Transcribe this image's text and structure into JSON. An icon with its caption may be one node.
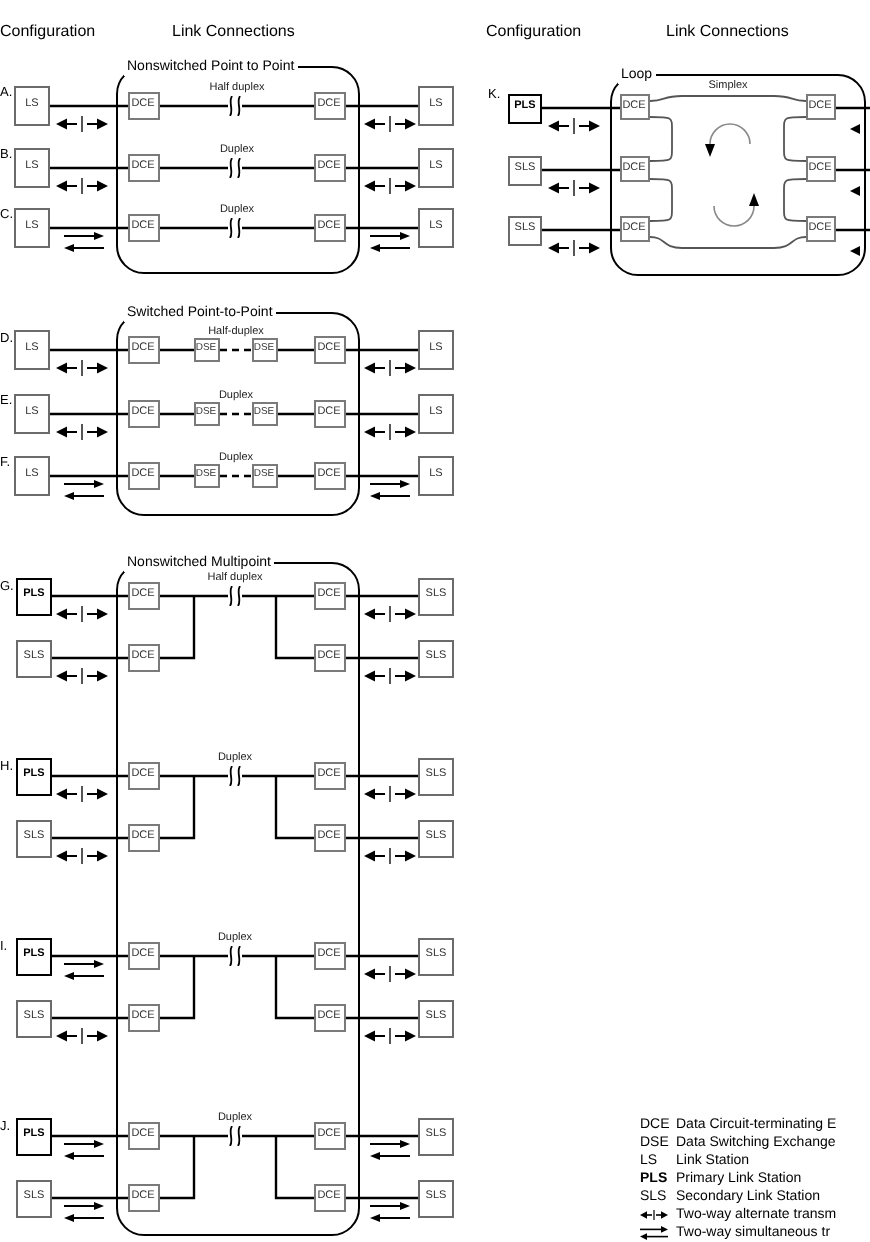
{
  "diagram": {
    "nodes": [
      {
        "text": [
          "Nonswitched Point to Point"
        ]
      },
      {
        "text": [
          "LS"
        ]
      },
      {
        "text": [
          "DCE"
        ],
        "in": 0
      },
      {
        "text": [
          "DCE"
        ],
        "in": 0
      },
      {
        "text": [
          "LS"
        ]
      },
      {
        "text": [
          "LS"
        ]
      },
      {
        "text": [
          "DCE"
        ],
        "in": 0
      },
      {
        "text": [
          "DCE"
        ],
        "in": 0
      },
      {
        "text": [
          "LS"
        ]
      },
      {
        "text": [
          "LS"
        ]
      },
      {
        "text": [
          "DCE"
        ],
        "in": 0
      },
      {
        "text": [
          "DCE"
        ],
        "in": 0
      },
      {
        "text": [
          "LS"
        ]
      },
      {
        "text": [
          "Switched Point-to-Point"
        ]
      },
      {
        "text": [
          "LS"
        ]
      },
      {
        "text": [
          "DCE"
        ],
        "in": 13
      },
      {
        "text": [
          "DSE"
        ],
        "in": 13
      },
      {
        "text": [
          "DSE"
        ],
        "in": 13
      },
      {
        "text": [
          "DCE"
        ],
        "in": 13
      },
      {
        "text": [
          "LS"
        ]
      },
      {
        "text": [
          "LS"
        ]
      },
      {
        "text": [
          "DCE"
        ],
        "in": 13
      },
      {
        "text": [
          "DSE"
        ],
        "in": 13
      },
      {
        "text": [
          "DSE"
        ],
        "in": 13
      },
      {
        "text": [
          "DCE"
        ],
        "in": 13
      },
      {
        "text": [
          "LS"
        ]
      },
      {
        "text": [
          "LS"
        ]
      },
      {
        "text": [
          "DCE"
        ],
        "in": 13
      },
      {
        "text": [
          "DSE"
        ],
        "in": 13
      },
      {
        "text": [
          "DSE"
        ],
        "in": 13
      },
      {
        "text": [
          "DCE"
        ],
        "in": 13
      },
      {
        "text": [
          "LS"
        ]
      },
      {
        "text": [
          "Nonswitched Multipoint"
        ]
      },
      {
        "text": [
          "PLS"
        ]
      },
      {
        "text": [
          "DCE"
        ],
        "in": 32
      },
      {
        "text": [
          "DCE"
        ],
        "in": 32
      },
      {
        "text": [
          "SLS"
        ]
      },
      {
        "text": [
          "SLS"
        ]
      },
      {
        "text": [
          "DCE"
        ],
        "in": 32
      },
      {
        "text": [
          "DCE"
        ],
        "in": 32
      },
      {
        "text": [
          "SLS"
        ]
      },
      {
        "text": [
          "PLS"
        ]
      },
      {
        "text": [
          "DCE"
        ],
        "in": 32
      },
      {
        "text": [
          "DCE"
        ],
        "in": 32
      },
      {
        "text": [
          "SLS"
        ]
      },
      {
        "text": [
          "SLS"
        ]
      },
      {
        "text": [
          "DCE"
        ],
        "in": 32
      },
      {
        "text": [
          "DCE"
        ],
        "in": 32
      },
      {
        "text": [
          "SLS"
        ]
      },
      {
        "text": [
          "PLS"
        ]
      },
      {
        "text": [
          "DCE"
        ],
        "in": 32
      },
      {
        "text": [
          "DCE"
        ],
        "in": 32
      },
      {
        "text": [
          "SLS"
        ]
      },
      {
        "text": [
          "SLS"
        ]
      },
      {
        "text": [
          "DCE"
        ],
        "in": 32
      },
      {
        "text": [
          "DCE"
        ],
        "in": 32
      },
      {
        "text": [
          "SLS"
        ]
      },
      {
        "text": [
          "PLS"
        ]
      },
      {
        "text": [
          "DCE"
        ],
        "in": 32
      },
      {
        "text": [
          "DCE"
        ],
        "in": 32
      },
      {
        "text": [
          "SLS"
        ]
      },
      {
        "text": [
          "SLS"
        ]
      },
      {
        "text": [
          "DCE"
        ],
        "in": 32
      },
      {
        "text": [
          "DCE"
        ],
        "in": 32
      },
      {
        "text": [
          "SLS"
        ]
      },
      {
        "text": [
          "Loop"
        ]
      },
      {
        "text": [
          "PLS"
        ]
      },
      {
        "text": [
          "DCE"
        ],
        "in": 65
      },
      {
        "text": [
          "DCE"
        ],
        "in": 65
      },
      {
        "text": [
          "SLS"
        ]
      },
      {
        "text": [
          "DCE"
        ],
        "in": 65
      },
      {
        "text": [
          "DCE"
        ],
        "in": 65
      },
      {
        "text": [
          "SLS"
        ]
      },
      {
        "text": [
          "DCE"
        ],
        "in": 65
      },
      {
        "text": [
          "DCE"
        ],
        "in": 65
      }
    ],
    "edges": [
      {
        "from": 1,
        "to": 2,
        "arrow": "none"
      },
      {
        "from": 2,
        "to": 3,
        "arrow": "none",
        "label": "Half duplex"
      },
      {
        "from": 3,
        "to": 4,
        "arrow": "none"
      },
      {
        "from": 5,
        "to": 6,
        "arrow": "none"
      },
      {
        "from": 6,
        "to": 7,
        "arrow": "none",
        "label": "Duplex"
      },
      {
        "from": 7,
        "to": 8,
        "arrow": "none"
      },
      {
        "from": 9,
        "to": 10,
        "arrow": "none"
      },
      {
        "from": 10,
        "to": 11,
        "arrow": "none",
        "label": "Duplex"
      },
      {
        "from": 11,
        "to": 12,
        "arrow": "none"
      },
      {
        "from": 14,
        "to": 15,
        "arrow": "none"
      },
      {
        "from": 15,
        "to": 16,
        "arrow": "none"
      },
      {
        "from": 16,
        "to": 17,
        "arrow": "none",
        "style": "dashed",
        "label": "Half-duplex"
      },
      {
        "from": 17,
        "to": 18,
        "arrow": "none"
      },
      {
        "from": 18,
        "to": 19,
        "arrow": "none"
      },
      {
        "from": 20,
        "to": 21,
        "arrow": "none"
      },
      {
        "from": 21,
        "to": 22,
        "arrow": "none"
      },
      {
        "from": 22,
        "to": 23,
        "arrow": "none",
        "style": "dashed",
        "label": "Duplex"
      },
      {
        "from": 23,
        "to": 24,
        "arrow": "none"
      },
      {
        "from": 24,
        "to": 25,
        "arrow": "none"
      },
      {
        "from": 26,
        "to": 27,
        "arrow": "none"
      },
      {
        "from": 27,
        "to": 28,
        "arrow": "none"
      },
      {
        "from": 28,
        "to": 29,
        "arrow": "none",
        "style": "dashed",
        "label": "Duplex"
      },
      {
        "from": 29,
        "to": 30,
        "arrow": "none"
      },
      {
        "from": 30,
        "to": 31,
        "arrow": "none"
      },
      {
        "from": 33,
        "to": 34,
        "arrow": "none"
      },
      {
        "from": 37,
        "to": 38,
        "arrow": "none"
      },
      {
        "from": 34,
        "to": 35,
        "arrow": "none",
        "label": "Half duplex"
      },
      {
        "from": 34,
        "to": 39,
        "arrow": "none"
      },
      {
        "from": 38,
        "to": 35,
        "arrow": "none"
      },
      {
        "from": 38,
        "to": 39,
        "arrow": "none"
      },
      {
        "from": 35,
        "to": 36,
        "arrow": "none"
      },
      {
        "from": 39,
        "to": 40,
        "arrow": "none"
      },
      {
        "from": 41,
        "to": 42,
        "arrow": "none"
      },
      {
        "from": 45,
        "to": 46,
        "arrow": "none"
      },
      {
        "from": 42,
        "to": 43,
        "arrow": "none",
        "label": "Duplex"
      },
      {
        "from": 42,
        "to": 47,
        "arrow": "none"
      },
      {
        "from": 46,
        "to": 43,
        "arrow": "none"
      },
      {
        "from": 46,
        "to": 47,
        "arrow": "none"
      },
      {
        "from": 43,
        "to": 44,
        "arrow": "none"
      },
      {
        "from": 47,
        "to": 48,
        "arrow": "none"
      },
      {
        "from": 49,
        "to": 50,
        "arrow": "none"
      },
      {
        "from": 53,
        "to": 54,
        "arrow": "none"
      },
      {
        "from": 50,
        "to": 51,
        "arrow": "none",
        "label": "Duplex"
      },
      {
        "from": 50,
        "to": 55,
        "arrow": "none"
      },
      {
        "from": 54,
        "to": 51,
        "arrow": "none"
      },
      {
        "from": 54,
        "to": 55,
        "arrow": "none"
      },
      {
        "from": 51,
        "to": 52,
        "arrow": "none"
      },
      {
        "from": 55,
        "to": 56,
        "arrow": "none"
      },
      {
        "from": 57,
        "to": 58,
        "arrow": "none"
      },
      {
        "from": 61,
        "to": 62,
        "arrow": "none"
      },
      {
        "from": 58,
        "to": 59,
        "arrow": "none",
        "label": "Duplex"
      },
      {
        "from": 58,
        "to": 63,
        "arrow": "none"
      },
      {
        "from": 62,
        "to": 59,
        "arrow": "none"
      },
      {
        "from": 62,
        "to": 63,
        "arrow": "none"
      },
      {
        "from": 59,
        "to": 60,
        "arrow": "none"
      },
      {
        "from": 63,
        "to": 64,
        "arrow": "none"
      },
      {
        "from": 66,
        "to": 67,
        "arrow": "none"
      },
      {
        "from": 69,
        "to": 70,
        "arrow": "none"
      },
      {
        "from": 72,
        "to": 73,
        "arrow": "none"
      },
      {
        "from": 67,
        "to": 68,
        "arrow": "none",
        "label": "Simplex"
      },
      {
        "from": 67,
        "to": 70,
        "arrow": "none"
      },
      {
        "from": 70,
        "to": 73,
        "arrow": "none"
      },
      {
        "from": 73,
        "to": 74,
        "arrow": "none"
      },
      {
        "from": 68,
        "to": 71,
        "arrow": "none"
      },
      {
        "from": 71,
        "to": 74,
        "arrow": "none"
      },
      {
        "from": 68,
        "to": null,
        "arrow": "none"
      },
      {
        "from": 71,
        "to": null,
        "arrow": "none"
      },
      {
        "from": 74,
        "to": null,
        "arrow": "none"
      }
    ],
    "labels": [
      "Configuration",
      "Link Connections",
      "Configuration",
      "Link Connections",
      "A.",
      "B.",
      "C.",
      "D.",
      "E.",
      "F.",
      "G.",
      "H.",
      "I.",
      "J.",
      "K.",
      "DCE",
      "Data Circuit-terminating E",
      "DSE",
      "Data Switching Exchange",
      "LS",
      "Link Station",
      "PLS",
      "Primary Link Station",
      "SLS",
      "Secondary Link Station"
    ],
    "legend": [
      {
        "text": "Two-way alternate transm"
      },
      {
        "text": "Two-way simultaneous tr"
      }
    ]
  }
}
